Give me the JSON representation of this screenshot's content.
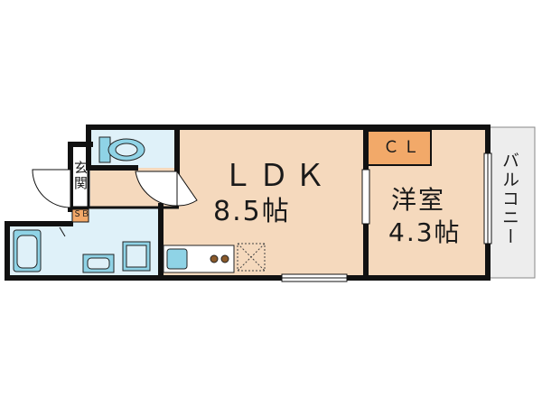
{
  "rooms": {
    "ldk": {
      "name": "ＬＤＫ",
      "size": "8.5帖"
    },
    "western": {
      "name": "洋室",
      "size": "4.3帖"
    },
    "closet": {
      "name": "ＣＬ"
    },
    "balcony": {
      "name": "バルコニー"
    },
    "entrance": {
      "name": "玄関"
    },
    "shoe_box": {
      "name": "ＳＢ"
    }
  },
  "colors": {
    "wall": "#111111",
    "room_beige": "#f5d9bd",
    "wet_area_blue": "#dff1f9",
    "fixture_teal": "#8fd3e6",
    "closet_orange": "#f2a969",
    "balcony_gray": "#ededed",
    "door_white": "#ffffff"
  },
  "icons": [
    "toilet-icon",
    "bathtub-icon",
    "washbasin-icon",
    "washing-machine-icon",
    "sink-icon",
    "stove-icon",
    "fridge-space-icon",
    "door-swing-icon"
  ]
}
